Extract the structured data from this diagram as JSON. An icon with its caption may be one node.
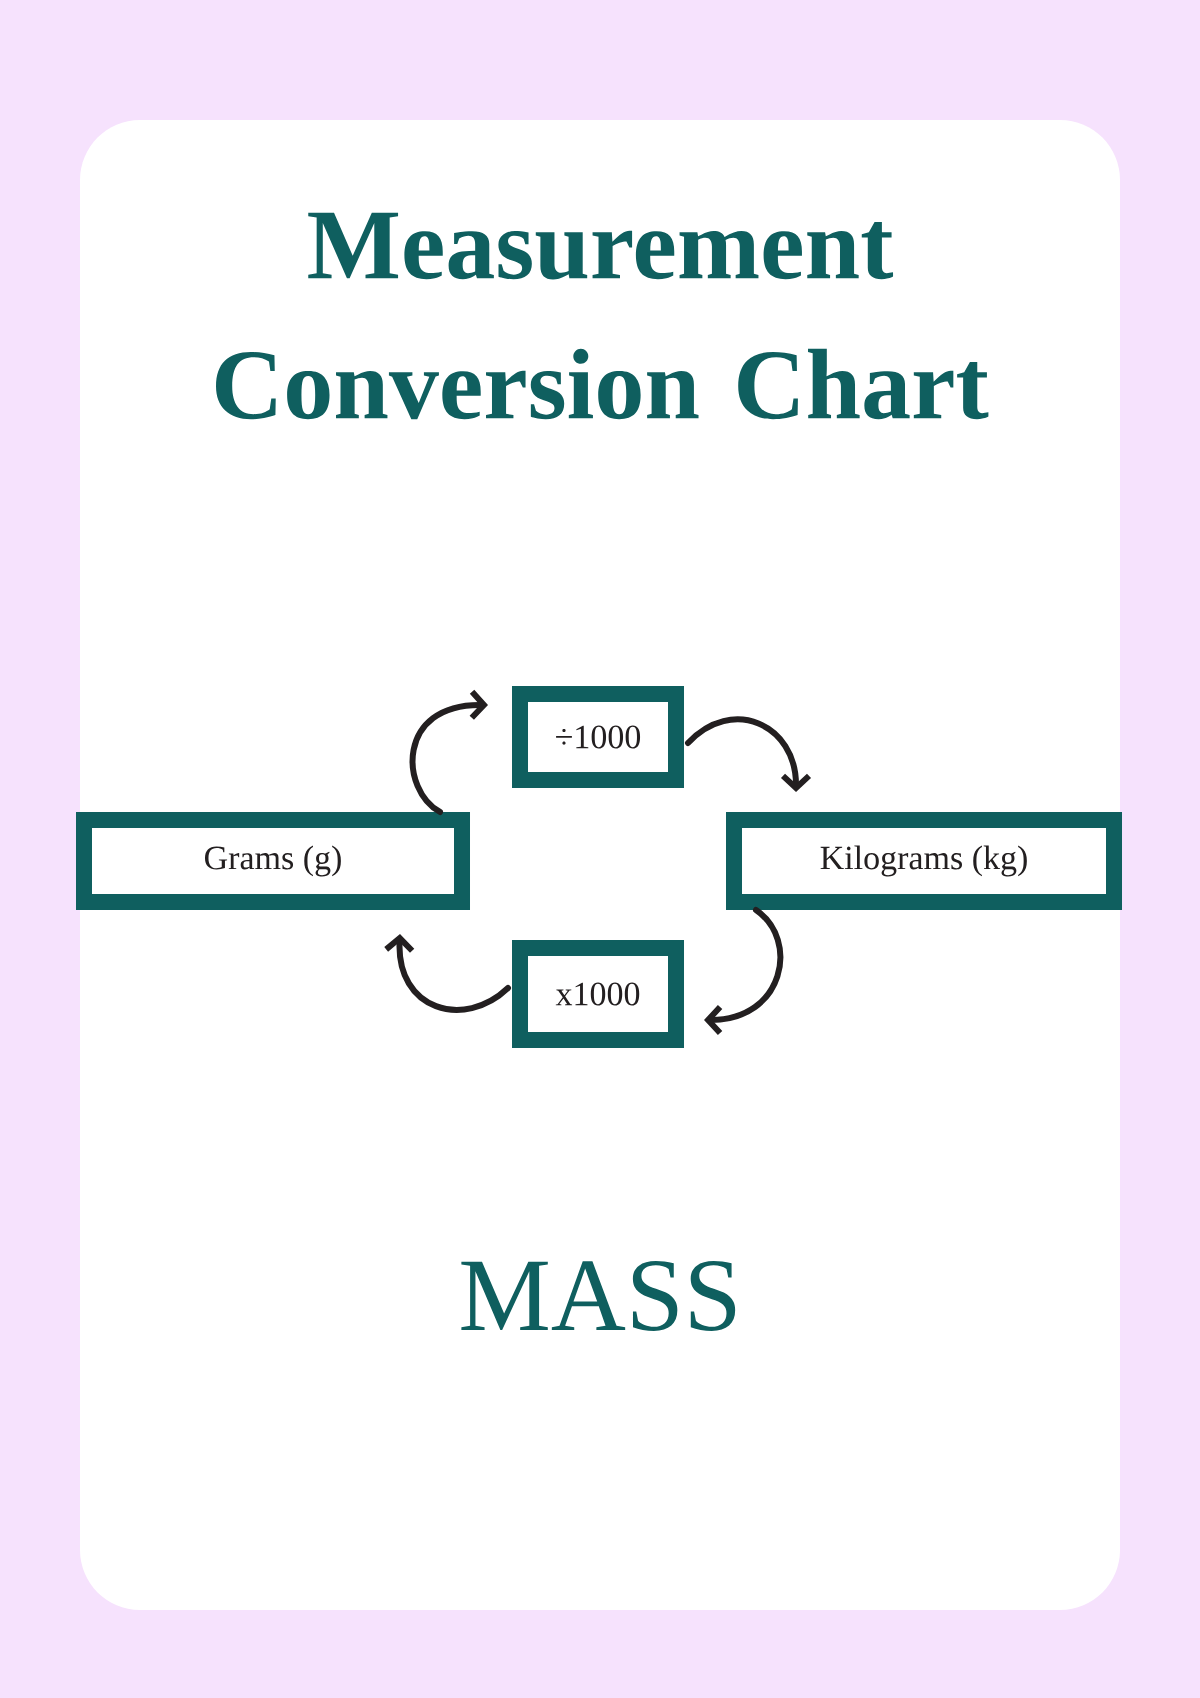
{
  "diagram": {
    "title": "Measurement Conversion Chart",
    "nodes": [
      {
        "text": [
          "Grams (g)"
        ]
      },
      {
        "text": [
          "÷1000"
        ]
      },
      {
        "text": [
          "Kilograms (kg)"
        ]
      },
      {
        "text": [
          "x1000"
        ]
      }
    ],
    "edges": [
      {
        "from": 0,
        "to": 1,
        "arrow": "to"
      },
      {
        "from": 1,
        "to": 2,
        "arrow": "to"
      },
      {
        "from": 2,
        "to": 3,
        "arrow": "to"
      },
      {
        "from": 3,
        "to": 0,
        "arrow": "to"
      }
    ],
    "labels": [
      "MASS"
    ]
  }
}
